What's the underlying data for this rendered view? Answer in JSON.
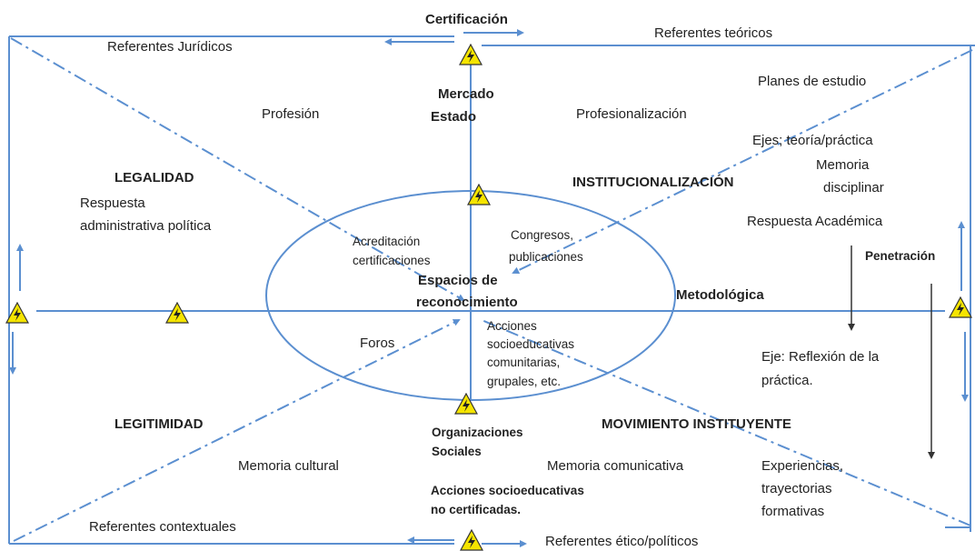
{
  "diagram": {
    "top": {
      "certificacion": "Certificación",
      "referentes_juridicos": "Referentes Jurídicos",
      "referentes_teoricos": "Referentes teóricos",
      "mercado": "Mercado",
      "estado": "Estado"
    },
    "upper_left": {
      "profesion": "Profesión",
      "legalidad": "LEGALIDAD",
      "respuesta": "Respuesta",
      "administrativa": "administrativa política"
    },
    "upper_right": {
      "planes": "Planes de estudio",
      "profesionalizacion": "Profesionalización",
      "ejes": "Ejes; teoría/práctica",
      "memoria": "Memoria",
      "disciplinar": "disciplinar",
      "institucionalizacion": "INSTITUCIONALIZACIÓN",
      "respuesta_academica": "Respuesta Académica",
      "penetracion": "Penetración",
      "metodologica": "Metodológica"
    },
    "center": {
      "acreditacion": "Acreditación",
      "certificaciones": "certificaciones",
      "congresos": "Congresos,",
      "publicaciones": "publicaciones",
      "espacios": "Espacios de",
      "reconocimiento": "reconocimiento",
      "foros": "Foros",
      "acciones_1": "Acciones",
      "acciones_2": "socioeducativas",
      "acciones_3": "comunitarias,",
      "acciones_4": "grupales, etc."
    },
    "lower_right": {
      "eje_1": "Eje: Reflexión de la",
      "eje_2": "práctica.",
      "movimiento": "MOVIMIENTO INSTITUYENTE",
      "memoria_comunicativa": "Memoria comunicativa",
      "experiencias_1": "Experiencias,",
      "experiencias_2": "trayectorias",
      "experiencias_3": "formativas"
    },
    "lower_left": {
      "legitimidad": "LEGITIMIDAD",
      "memoria_cultural": "Memoria  cultural",
      "referentes_contextuales": "Referentes contextuales"
    },
    "bottom": {
      "organizaciones": "Organizaciones",
      "sociales": "Sociales",
      "acciones_no_cert_1": "Acciones socioeducativas",
      "acciones_no_cert_2": "no certificadas.",
      "referentes_eticos": "Referentes ético/políticos"
    },
    "colors": {
      "line": "#5b8fd0",
      "hazard_fill": "#f5e400",
      "hazard_stroke": "#333333",
      "arrow_dark": "#333333"
    },
    "icons": [
      "hazard-lightning-icon"
    ]
  }
}
